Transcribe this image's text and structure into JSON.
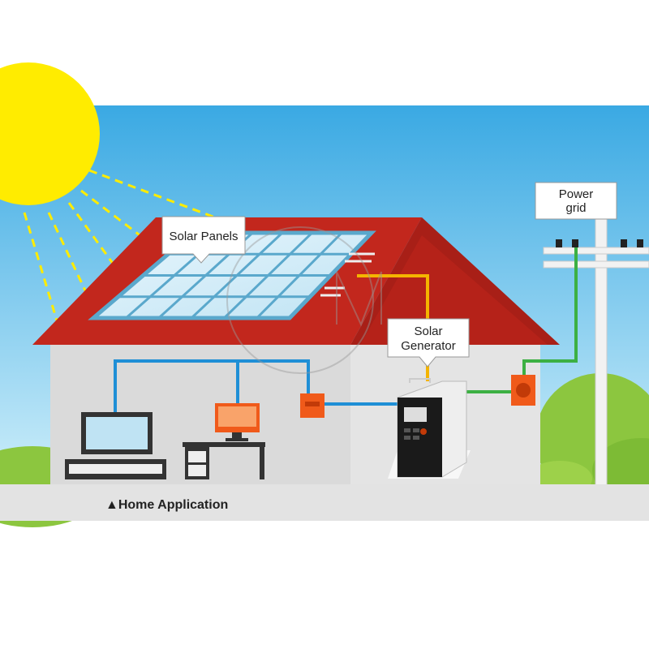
{
  "labels": {
    "solar_panels": "Solar Panels",
    "solar_generator_line1": "Solar",
    "solar_generator_line2": "Generator",
    "power_grid_line1": "Power",
    "power_grid_line2": "grid",
    "caption": "▲Home Application"
  },
  "colors": {
    "sun": "#ffec00",
    "roof": "#c2271d",
    "wire_blue": "#1f8fd6",
    "wire_yellow": "#f4b400",
    "wire_green": "#3cb043",
    "device_orange": "#f05a1a"
  }
}
